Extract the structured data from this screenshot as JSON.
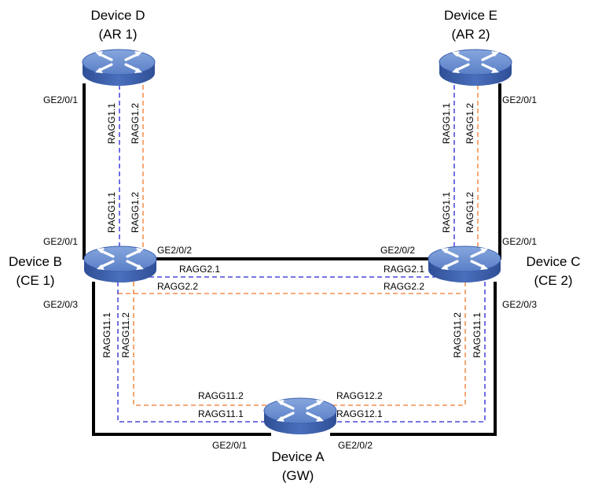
{
  "devices": {
    "d": {
      "name": "Device D",
      "role": "(AR 1)"
    },
    "e": {
      "name": "Device E",
      "role": "(AR 2)"
    },
    "b": {
      "name": "Device B",
      "role": "(CE 1)"
    },
    "c": {
      "name": "Device C",
      "role": "(CE 2)"
    },
    "a": {
      "name": "Device A",
      "role": "(GW)"
    }
  },
  "ports": {
    "d_ge201": "GE2/0/1",
    "e_ge201": "GE2/0/1",
    "b_ge201": "GE2/0/1",
    "b_ge202": "GE2/0/2",
    "b_ge203": "GE2/0/3",
    "c_ge201": "GE2/0/1",
    "c_ge202": "GE2/0/2",
    "c_ge203": "GE2/0/3",
    "a_ge201": "GE2/0/1",
    "a_ge202": "GE2/0/2"
  },
  "ragg": {
    "d_ragg1_1": "RAGG1.1",
    "d_ragg1_2": "RAGG1.2",
    "b_ragg1_1": "RAGG1.1",
    "b_ragg1_2": "RAGG1.2",
    "e_ragg1_1": "RAGG1.1",
    "e_ragg1_2": "RAGG1.2",
    "c_ragg1_1": "RAGG1.1",
    "c_ragg1_2": "RAGG1.2",
    "b_ragg2_1": "RAGG2.1",
    "b_ragg2_2": "RAGG2.2",
    "c_ragg2_1": "RAGG2.1",
    "c_ragg2_2": "RAGG2.2",
    "b_ragg11_1": "RAGG11.1",
    "b_ragg11_2": "RAGG11.2",
    "c_ragg11_1": "RAGG11.1",
    "c_ragg11_2": "RAGG11.2",
    "a_ragg11_2": "RAGG11.2",
    "a_ragg11_1": "RAGG11.1",
    "a_ragg12_2": "RAGG12.2",
    "a_ragg12_1": "RAGG12.1"
  },
  "colors": {
    "link": "#000000",
    "ragg_first": "#2323d6",
    "ragg_second": "#f07a2a",
    "router_body": "#3a5fae",
    "router_top": "#6f92d4"
  },
  "icons": {
    "router": "router-icon"
  }
}
